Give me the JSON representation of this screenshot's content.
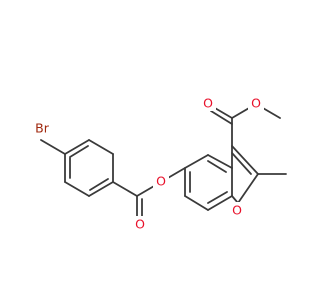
{
  "molecule": {
    "atom_labels": {
      "bromine": "Br",
      "ester_oxygen_carbonyl_left": "O",
      "ester_oxygen_bridge": "O",
      "ring_oxygen": "O",
      "ester_oxygen_carbonyl_right": "O",
      "methoxy_oxygen": "O"
    },
    "colors": {
      "bond": "#3a3a3a",
      "oxygen": "#e8102a",
      "bromine": "#a0290f"
    }
  }
}
